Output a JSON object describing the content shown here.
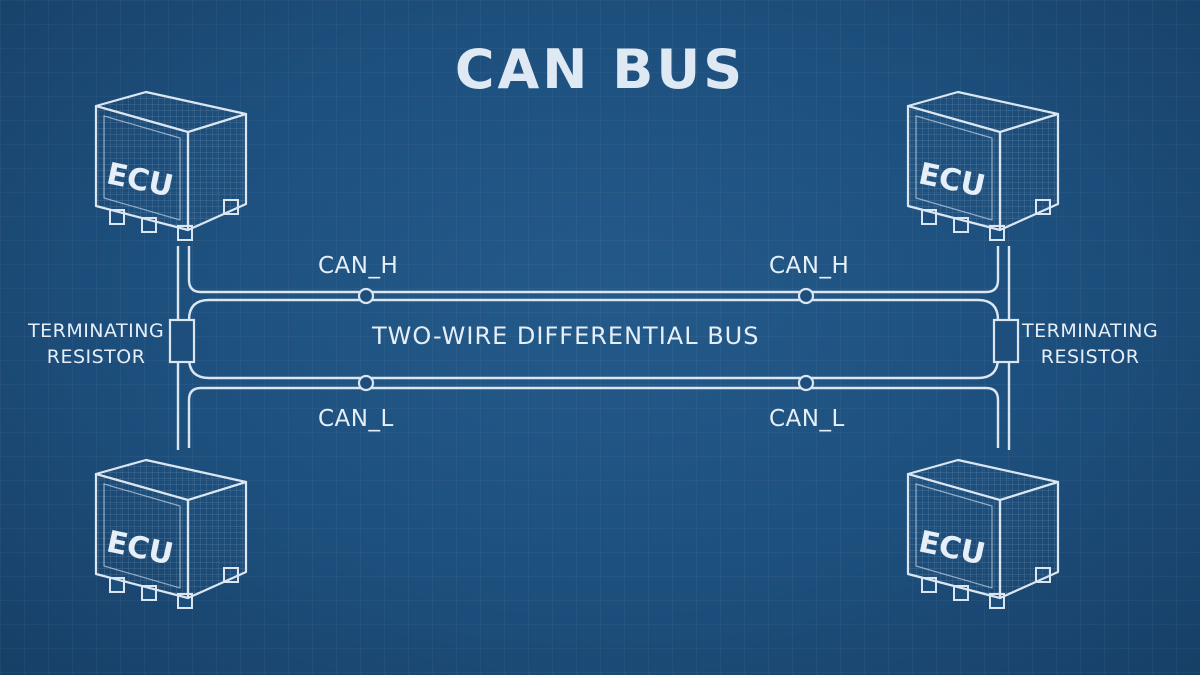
{
  "title": "CAN BUS",
  "bus_label": "TWO-WIRE DIFFERENTIAL BUS",
  "wires": {
    "can_h_left": "CAN_H",
    "can_h_right": "CAN_H",
    "can_l_left": "CAN_L",
    "can_l_right": "CAN_L"
  },
  "resistors": {
    "left": {
      "line1": "TERMINATING",
      "line2": "RESISTOR"
    },
    "right": {
      "line1": "TERMINATING",
      "line2": "RESISTOR"
    }
  },
  "nodes": {
    "top_left": "ECU",
    "top_right": "ECU",
    "bottom_left": "ECU",
    "bottom_right": "ECU"
  },
  "colors": {
    "background": "#1d4e7c",
    "line": "#dbe6f1"
  }
}
